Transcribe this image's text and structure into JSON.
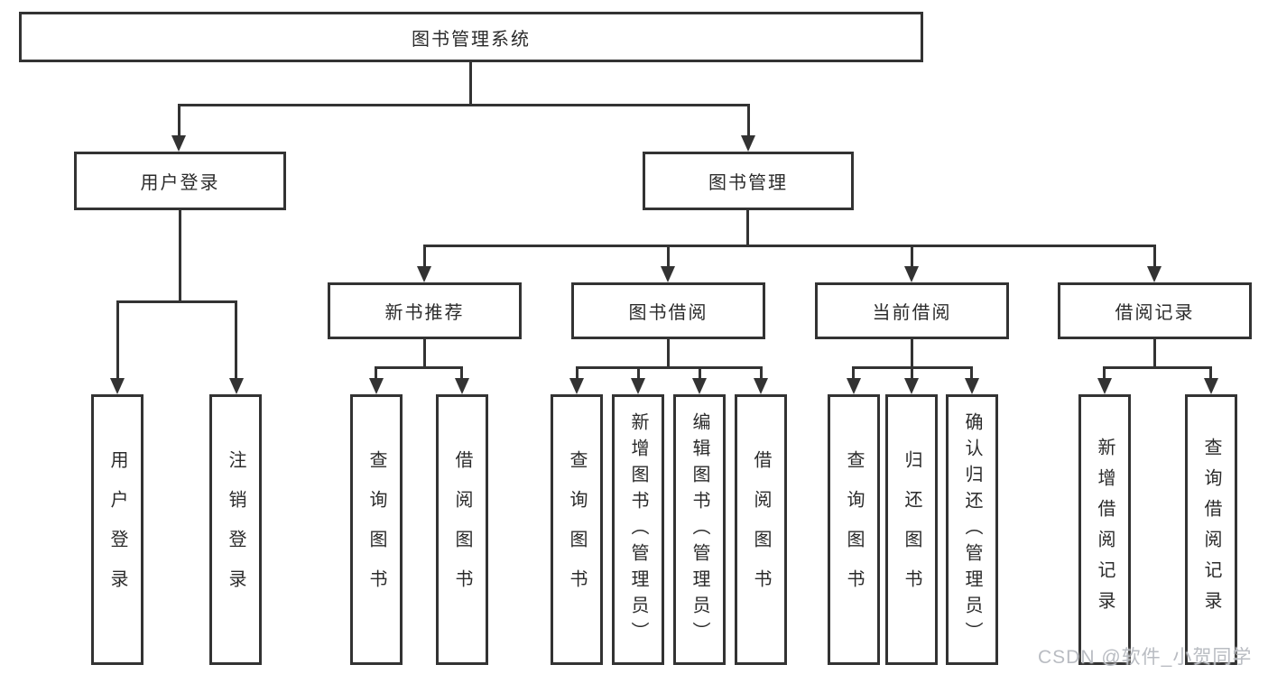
{
  "diagram": {
    "root": {
      "label": "图书管理系统"
    },
    "branches": [
      {
        "label": "用户登录",
        "children": [
          {
            "label": "用户登录"
          },
          {
            "label": "注销登录"
          }
        ]
      },
      {
        "label": "图书管理",
        "children": [
          {
            "label": "新书推荐",
            "children": [
              {
                "label": "查询图书"
              },
              {
                "label": "借阅图书"
              }
            ]
          },
          {
            "label": "图书借阅",
            "children": [
              {
                "label": "查询图书"
              },
              {
                "label": "新增图书（管理员）"
              },
              {
                "label": "编辑图书（管理员）"
              },
              {
                "label": "借阅图书"
              }
            ]
          },
          {
            "label": "当前借阅",
            "children": [
              {
                "label": "查询图书"
              },
              {
                "label": "归还图书"
              },
              {
                "label": "确认归还（管理员）"
              }
            ]
          },
          {
            "label": "借阅记录",
            "children": [
              {
                "label": "新增借阅记录"
              },
              {
                "label": "查询借阅记录"
              }
            ]
          }
        ]
      }
    ]
  },
  "watermark": {
    "text": "CSDN @软件_小贺同学"
  },
  "colors": {
    "line": "#333333",
    "text": "#2b2b2b",
    "watermark": "#b9bcc2",
    "bg": "#ffffff"
  }
}
